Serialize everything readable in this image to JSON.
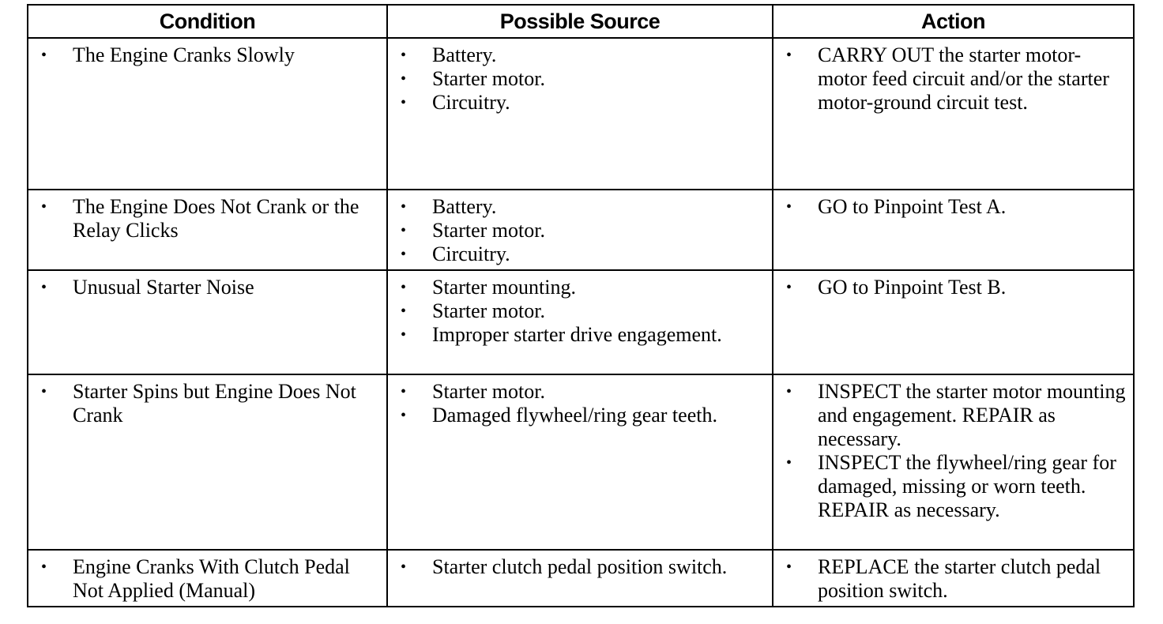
{
  "headers": [
    "Condition",
    "Possible Source",
    "Action"
  ],
  "rows": [
    {
      "condition": [
        "The Engine Cranks Slowly"
      ],
      "sources": [
        "Battery.",
        "Starter motor.",
        "Circuitry."
      ],
      "actions": [
        "CARRY OUT the starter motor-motor feed circuit and/or the starter motor-ground circuit test."
      ]
    },
    {
      "condition": [
        "The Engine Does Not Crank or the Relay Clicks"
      ],
      "sources": [
        "Battery.",
        "Starter motor.",
        "Circuitry."
      ],
      "actions": [
        "GO to Pinpoint Test A."
      ]
    },
    {
      "condition": [
        "Unusual Starter Noise"
      ],
      "sources": [
        "Starter mounting.",
        "Starter motor.",
        "Improper starter drive engagement."
      ],
      "actions": [
        "GO to Pinpoint Test B."
      ]
    },
    {
      "condition": [
        "Starter Spins but Engine Does Not Crank"
      ],
      "sources": [
        "Starter motor.",
        "Damaged flywheel/ring gear teeth."
      ],
      "actions": [
        "INSPECT the starter motor mounting and engagement. REPAIR as necessary.",
        "INSPECT the flywheel/ring gear for damaged, missing or worn teeth. REPAIR as necessary."
      ]
    },
    {
      "condition": [
        "Engine Cranks With Clutch Pedal Not Applied (Manual)"
      ],
      "sources": [
        "Starter clutch pedal position switch."
      ],
      "actions": [
        "REPLACE the starter clutch pedal position switch."
      ]
    }
  ]
}
